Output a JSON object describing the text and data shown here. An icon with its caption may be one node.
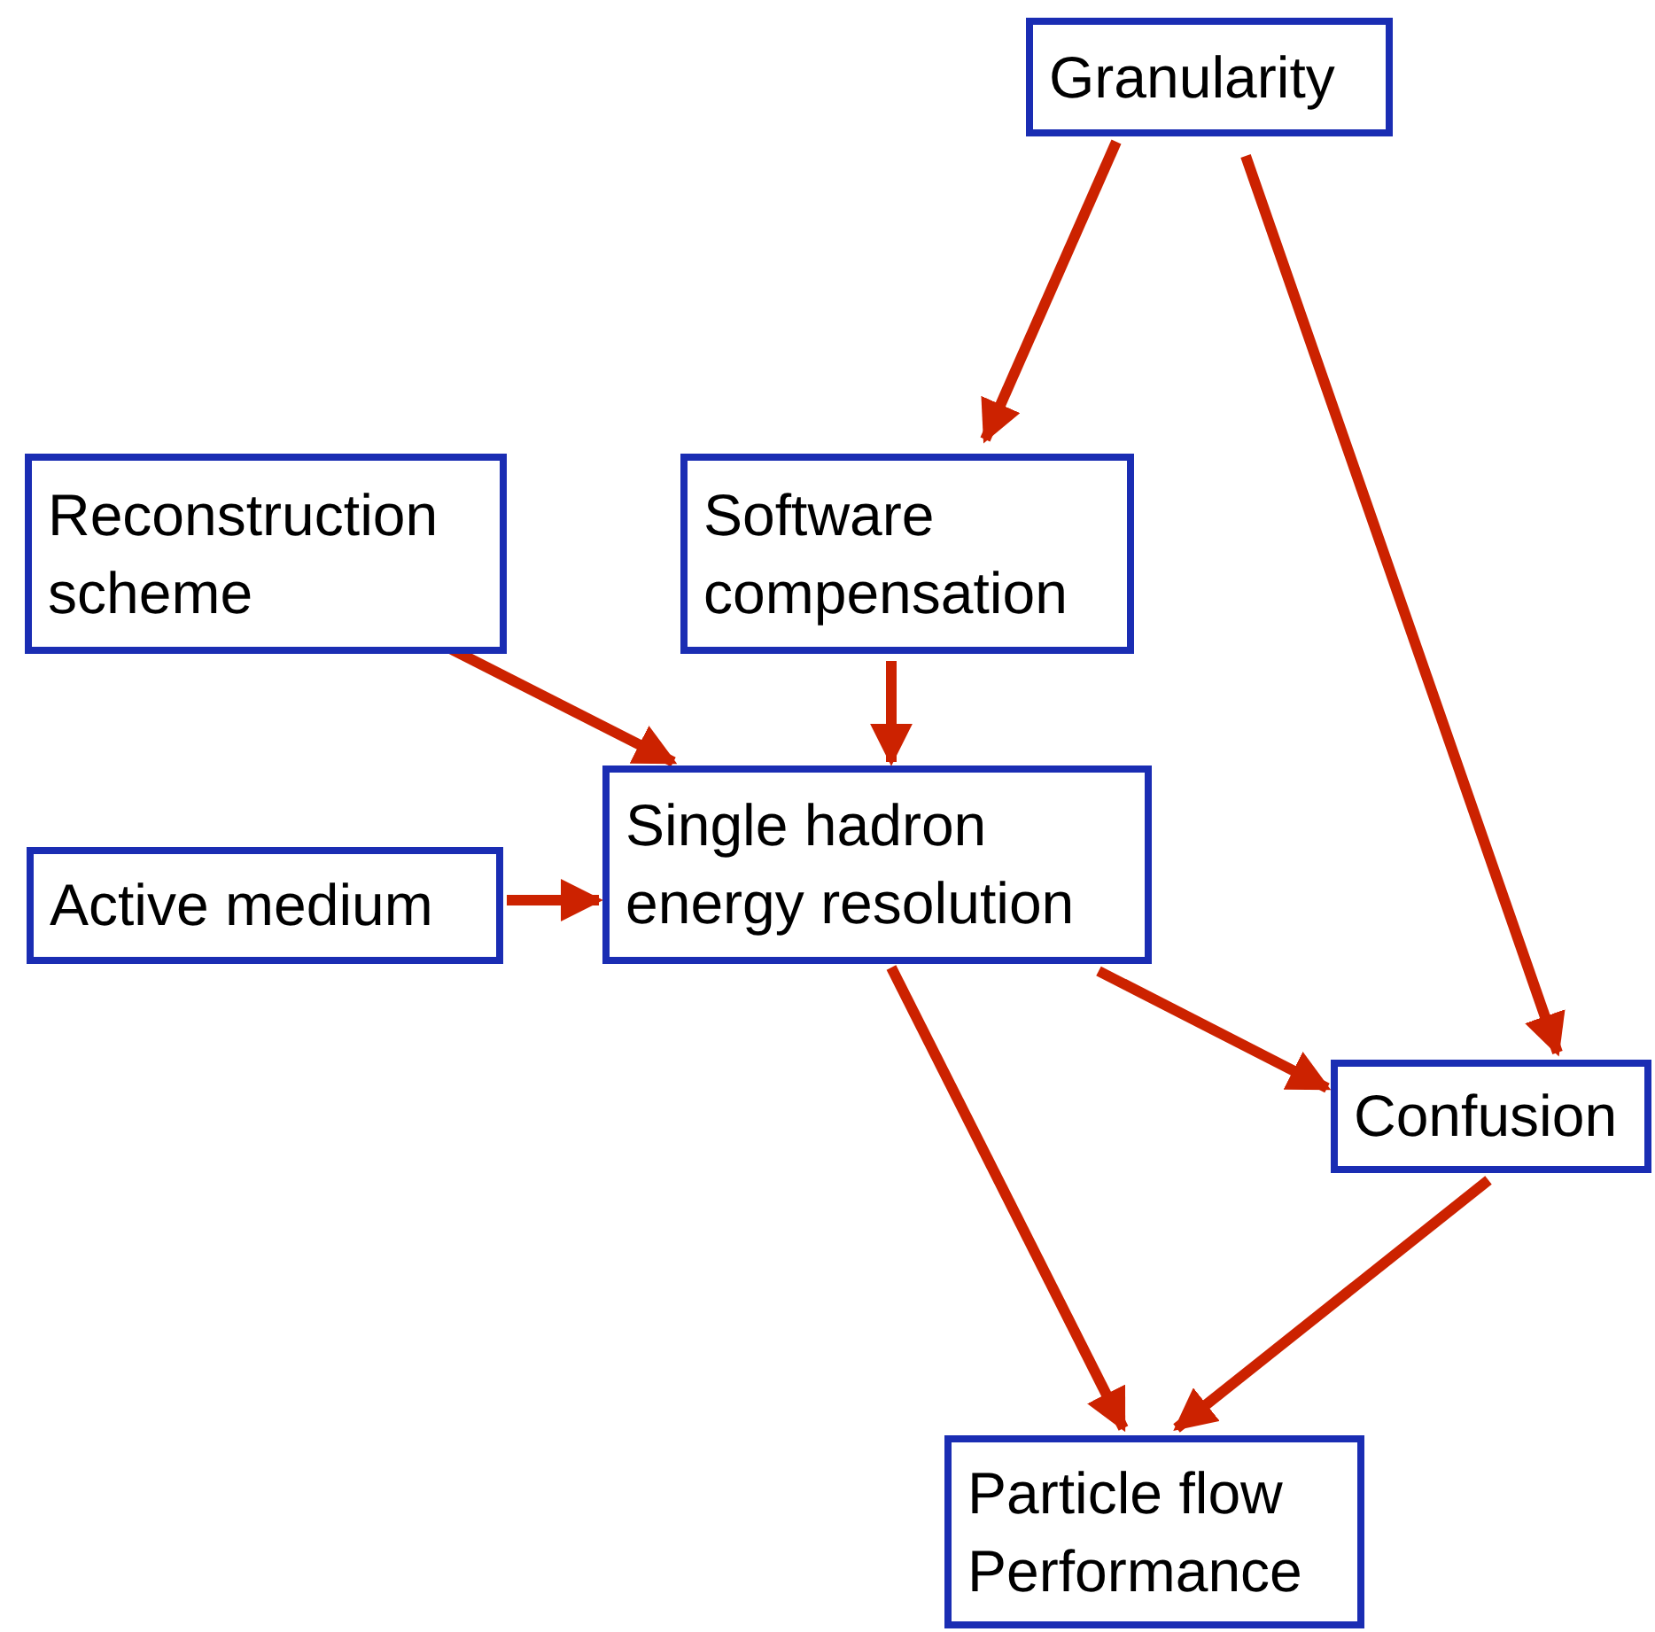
{
  "diagram": {
    "nodes": [
      {
        "text": [
          "Granularity"
        ]
      },
      {
        "text": [
          "Reconstruction scheme"
        ]
      },
      {
        "text": [
          "Software compensation"
        ]
      },
      {
        "text": [
          "Single hadron energy resolution"
        ]
      },
      {
        "text": [
          "Active medium"
        ]
      },
      {
        "text": [
          "Confusion"
        ]
      },
      {
        "text": [
          "Particle flow Performance"
        ]
      }
    ],
    "edges": [
      {
        "from": 0,
        "to": 2,
        "arrow": "to"
      },
      {
        "from": 0,
        "to": 5,
        "arrow": "to"
      },
      {
        "from": 1,
        "to": 3,
        "arrow": "to"
      },
      {
        "from": 2,
        "to": 3,
        "arrow": "to"
      },
      {
        "from": 4,
        "to": 3,
        "arrow": "to"
      },
      {
        "from": 3,
        "to": 5,
        "arrow": "to"
      },
      {
        "from": 3,
        "to": 6,
        "arrow": "to"
      },
      {
        "from": 5,
        "to": 6,
        "arrow": "to"
      }
    ]
  }
}
